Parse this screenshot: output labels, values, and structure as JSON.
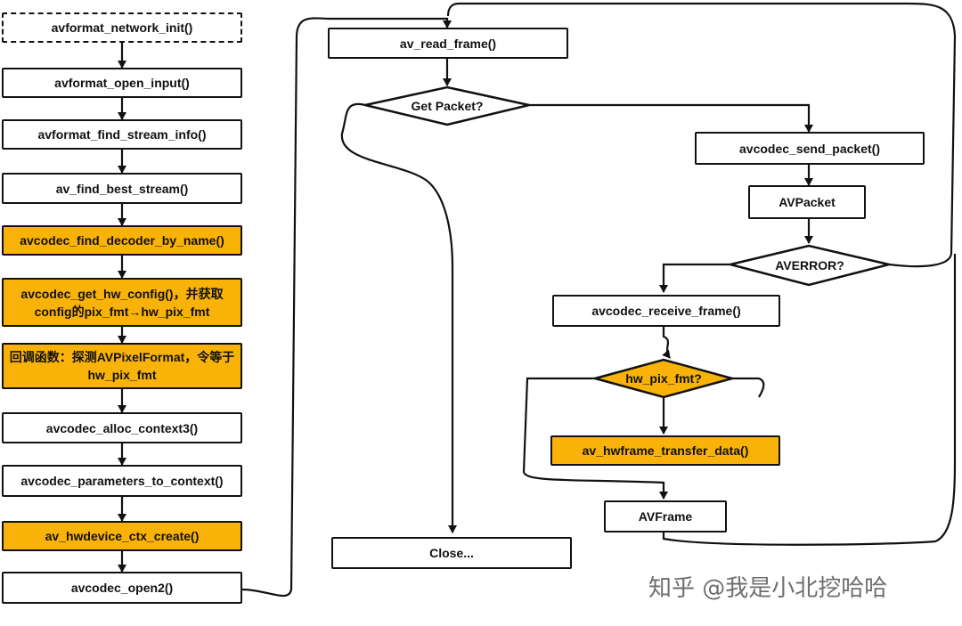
{
  "colors": {
    "highlight": "#f9b208",
    "stroke": "#111111",
    "watermark": "#6e6e6e"
  },
  "left_column": {
    "network_init": "avformat_network_init()",
    "open_input": "avformat_open_input()",
    "find_stream_info": "avformat_find_stream_info()",
    "find_best_stream": "av_find_best_stream()",
    "find_decoder_by_name": "avcodec_find_decoder_by_name()",
    "get_hw_config": "avcodec_get_hw_config()，并获取config的pix_fmt→hw_pix_fmt",
    "callback": "回调函数：探测AVPixelFormat，令等于hw_pix_fmt",
    "alloc_context3": "avcodec_alloc_context3()",
    "parameters_to_context": "avcodec_parameters_to_context()",
    "hwdevice_ctx_create": "av_hwdevice_ctx_create()",
    "open2": "avcodec_open2()"
  },
  "loop": {
    "read_frame": "av_read_frame()",
    "get_packet": "Get Packet?",
    "send_packet": "avcodec_send_packet()",
    "avpacket": "AVPacket",
    "averror": "AVERROR?",
    "receive_frame": "avcodec_receive_frame()",
    "hw_pix_fmt": "hw_pix_fmt?",
    "transfer_data": "av_hwframe_transfer_data()",
    "avframe": "AVFrame",
    "close": "Close..."
  },
  "watermark": "知乎 @我是小北挖哈哈"
}
